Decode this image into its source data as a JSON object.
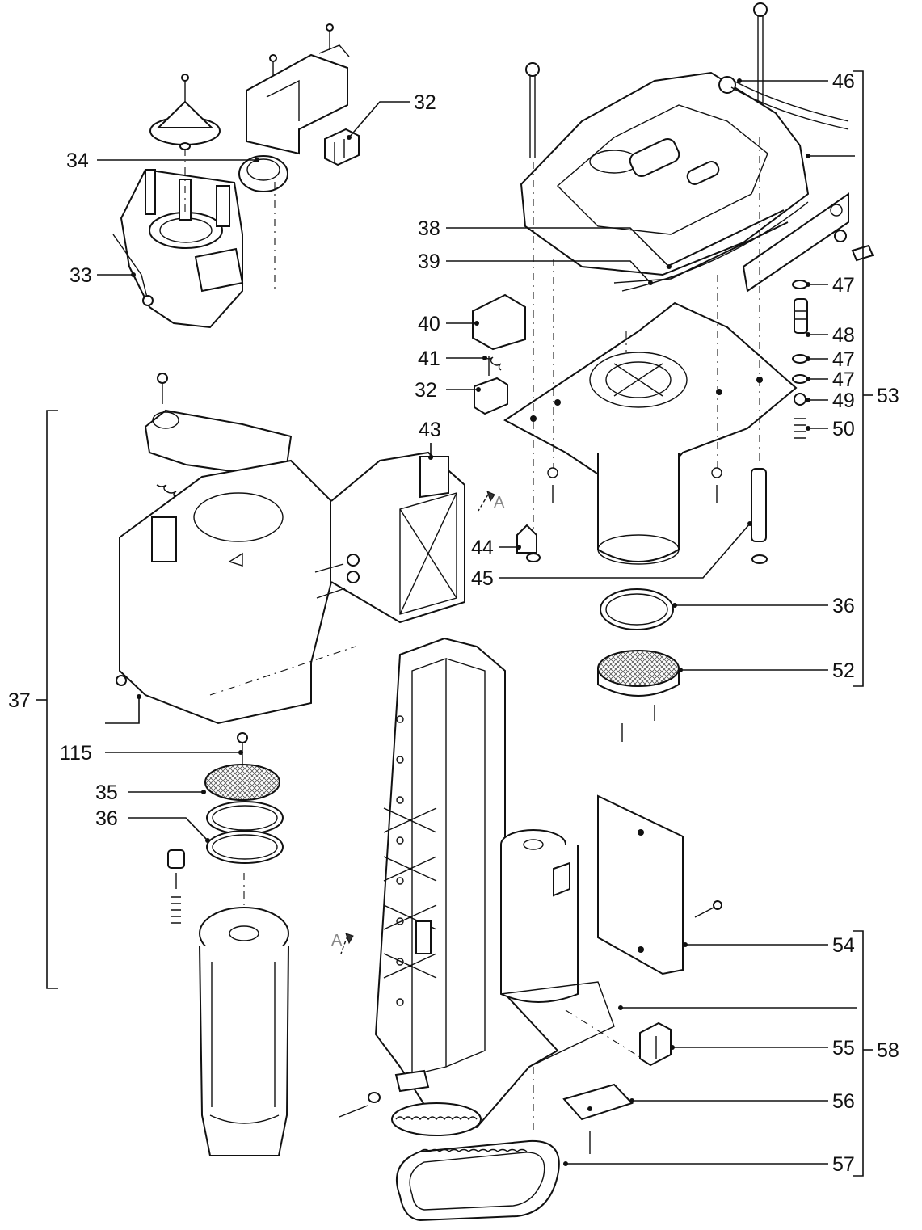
{
  "labels": {
    "l32a": "32",
    "l34": "34",
    "l33": "33",
    "l46": "46",
    "l38": "38",
    "l39": "39",
    "l47a": "47",
    "l40": "40",
    "l48": "48",
    "l41": "41",
    "l47b": "47",
    "l32b": "32",
    "l47c": "47",
    "l53": "53",
    "l49": "49",
    "l43": "43",
    "l50": "50",
    "l44": "44",
    "l45": "45",
    "l36a": "36",
    "l37": "37",
    "l52": "52",
    "l115": "115",
    "l35": "35",
    "l36b": "36",
    "l54": "54",
    "l55": "55",
    "l58": "58",
    "l56": "56",
    "l57": "57",
    "arrowA1": "A",
    "arrowA2": "A"
  }
}
